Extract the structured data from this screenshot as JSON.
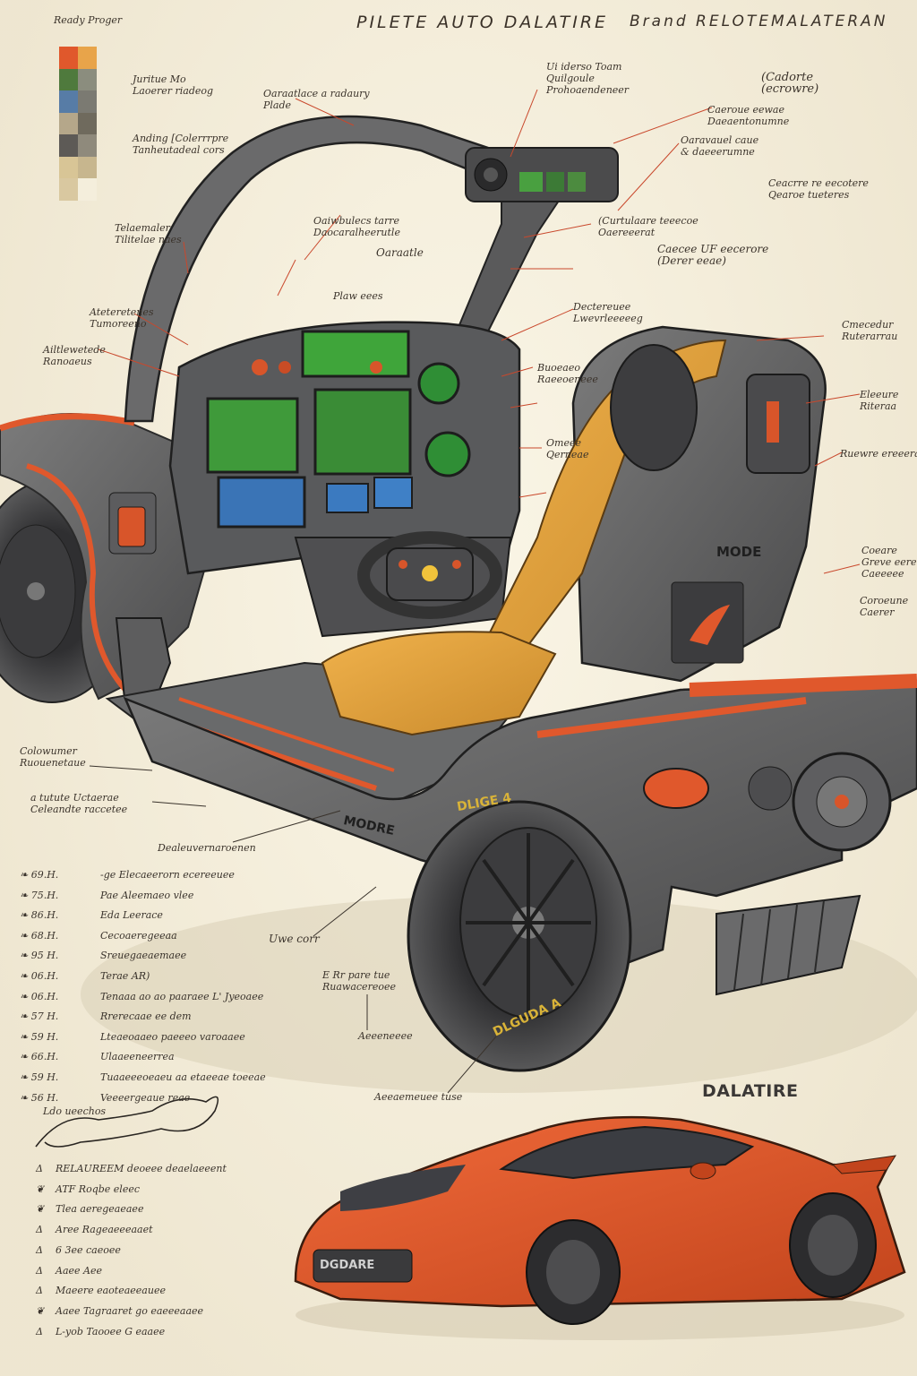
{
  "header": {
    "scribble_left": "Ready Proger",
    "title": "PILETE AUTO DALATIRE",
    "title_right": "Brand RELOTEMALATERAN"
  },
  "swatch_colors": [
    "#e0582c",
    "#e8a44a",
    "#4f7a3d",
    "#8b8d7e",
    "#577ca6",
    "#7b7a72",
    "#b5a78a",
    "#6f6a5d",
    "#5d5a56",
    "#8f8a7c",
    "#d8c596",
    "#c7b68e",
    "#d9c8a0",
    "#f4eedc"
  ],
  "notes_left": [
    {
      "lines": [
        "Juritue Mo",
        "Laoerer riadeog"
      ]
    },
    {
      "lines": [
        "Anding [Colerrrpre",
        "Tanheutadeal cors"
      ]
    },
    {
      "lines": [
        "Telaemaler",
        "Tilitelae naes"
      ]
    },
    {
      "lines": [
        "Ateteretenes",
        "Tumoreeno"
      ]
    },
    {
      "lines": [
        "Ailtlewetede",
        "Ranoaeus"
      ]
    },
    {
      "lines": [
        "Colowumer",
        "Ruouenetaue"
      ]
    },
    {
      "lines": [
        "a tutute Uctaerae",
        "Celeandte raccetee"
      ]
    }
  ],
  "notes_top": [
    {
      "lines": [
        "Oaraatlace a radaury",
        "Plade"
      ]
    },
    {
      "lines": [
        "Ui iderso Toam",
        "Quilgoule",
        "Prohoaendeneer"
      ]
    },
    {
      "lines": [
        "Oaiwbulecs tarre",
        "Daocaralheerutle"
      ]
    },
    {
      "lines": [
        "Oaraatle"
      ]
    },
    {
      "lines": [
        "Plaw eees"
      ]
    }
  ],
  "notes_right": [
    {
      "lines": [
        "(Cadorte",
        "(ecrowre)"
      ]
    },
    {
      "lines": [
        "Caeroue eewae",
        "Daeaentonumne"
      ]
    },
    {
      "lines": [
        "Oaravauel caue",
        "& daeeerumne"
      ]
    },
    {
      "lines": [
        "Ceacrre re eecotere",
        "Qearoe tueteres"
      ]
    },
    {
      "lines": [
        "(Curtulaare teeecoe",
        "Oaereeerat"
      ]
    },
    {
      "lines": [
        "Caecee UF eecerore",
        "(Derer eeae)"
      ]
    },
    {
      "lines": [
        "Dectereuee",
        "Lwevrleeeeeg"
      ]
    },
    {
      "lines": [
        "Cmecedur",
        "Ruterarrau"
      ]
    },
    {
      "lines": [
        "Buoeaeo",
        "Raeeoeneee"
      ]
    },
    {
      "lines": [
        "Omeee",
        "Qerneae"
      ]
    },
    {
      "lines": [
        "Eleeure",
        "Riteraa"
      ]
    },
    {
      "lines": [
        "Ruewre ereeeraas"
      ]
    },
    {
      "lines": [
        "Coeare",
        "Greve eeree",
        "Caeeeee"
      ]
    },
    {
      "lines": [
        "Coroeune",
        "Caerer"
      ]
    }
  ],
  "notes_center": [
    {
      "lines": [
        "Dealeuvernaroenen"
      ]
    },
    {
      "lines": [
        "Uwe corr"
      ]
    },
    {
      "lines": [
        "E Rr pare tue",
        "Ruawacereoee"
      ]
    },
    {
      "lines": [
        "Aeeeneeee"
      ]
    },
    {
      "lines": [
        "Aeeaemeuee tuse"
      ]
    }
  ],
  "spec_list": [
    {
      "code": "❧ 69.H.",
      "text": "-ge Elecaeerorn ecereeuee"
    },
    {
      "code": "❧ 75.H.",
      "text": "Pae Aleemaeo vlee"
    },
    {
      "code": "❧ 86.H.",
      "text": "Eda Leerace"
    },
    {
      "code": "❧ 68.H.",
      "text": "Cecoaeregeeaa"
    },
    {
      "code": "❧ 95 H.",
      "text": "Sreuegaeaemaee"
    },
    {
      "code": "❧ 06.H.",
      "text": "Terae AR)"
    },
    {
      "code": "❧ 06.H.",
      "text": "Tenaaa  ao  ao paaraee L' Jyeoaee"
    },
    {
      "code": "❧ 57 H.",
      "text": "Rrerecaae ee dem"
    },
    {
      "code": "❧ 59 H.",
      "text": "Lteaeoaaeo paeeeo varoaaee"
    },
    {
      "code": "❧ 66.H.",
      "text": "Ulaaeeneerrea"
    },
    {
      "code": "❧ 59 H.",
      "text": "Tuaaeeeoeaeu aa etaeeae toeeae"
    },
    {
      "code": "❧ 56 H.",
      "text": "Veeeergeaue reae"
    }
  ],
  "signature_label": "Ldo ueechos",
  "bullet_list": [
    {
      "mark": "Δ",
      "text": "RELAUREEM deoeee deaelaeeent"
    },
    {
      "mark": "❦",
      "text": "ATF  Roqbe  eleec"
    },
    {
      "mark": "❦",
      "text": "Tlea  aeregeaeaee"
    },
    {
      "mark": "Δ",
      "text": "Aree  Rageaeeeaaet"
    },
    {
      "mark": "Δ",
      "text": "6 3ee  caeoee"
    },
    {
      "mark": "Δ",
      "text": "Aaee  Aee"
    },
    {
      "mark": "Δ",
      "text": "Maeere  eaoteaeeauee"
    },
    {
      "mark": "❦",
      "text": "Aaee  Tagraaret  go eaeeeaaee"
    },
    {
      "mark": "Δ",
      "text": "L-yob  Taooee  G  eaaee"
    }
  ],
  "vehicle_labels": {
    "seat_badge": "MODE",
    "side_panel": "MODRE",
    "tire_text": "DLIGE 4",
    "tire_text_lower": "DLGUDA A",
    "rear_grille": "DGDARE"
  },
  "brand_name": "DALATIRE"
}
